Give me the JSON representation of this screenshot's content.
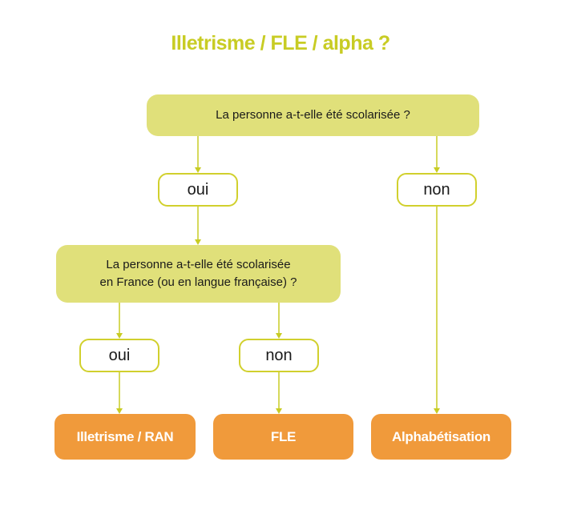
{
  "colors": {
    "title": "#c8cc24",
    "question_fill": "#e0e07a",
    "answer_border": "#d1d02d",
    "connector": "#c8cc24",
    "result_fill": "#f09a3b",
    "result_text": "#ffffff"
  },
  "title": "Illetrisme / FLE / alpha ?",
  "q1": {
    "text": "La personne a-t-elle été scolarisée ?"
  },
  "q1_answers": {
    "yes": "oui",
    "no": "non"
  },
  "q2": {
    "line1": "La personne a-t-elle été scolarisée",
    "line2": "en France (ou en langue française) ?"
  },
  "q2_answers": {
    "yes": "oui",
    "no": "non"
  },
  "results": {
    "left": "Illetrisme / RAN",
    "middle": "FLE",
    "right": "Alphabétisation"
  }
}
